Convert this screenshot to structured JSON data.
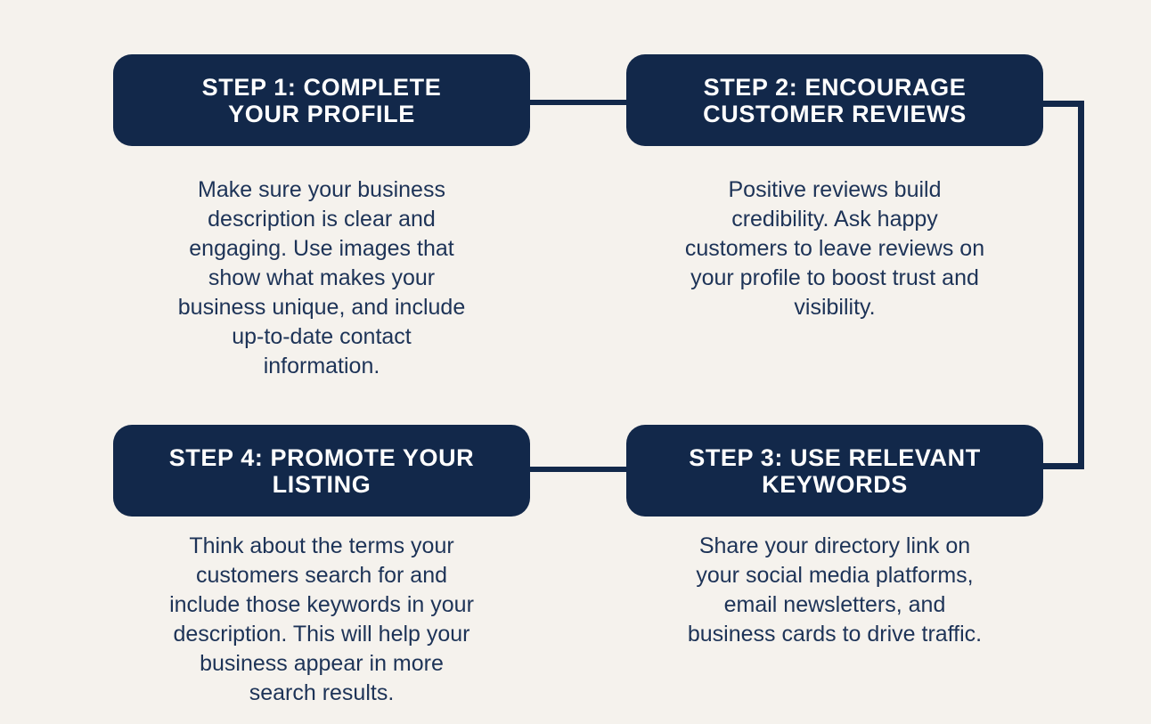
{
  "colors": {
    "background": "#F5F2ED",
    "box_navy": "#12284A",
    "title_text": "#FFFFFF",
    "body_text": "#1D3357"
  },
  "steps": [
    {
      "title": "STEP 1: COMPLETE\nYOUR PROFILE",
      "body": "Make sure your business\ndescription is clear and\nengaging. Use images that\nshow what makes your\nbusiness unique, and include\nup-to-date contact\ninformation."
    },
    {
      "title": "STEP 2: ENCOURAGE\nCUSTOMER REVIEWS",
      "body": "Positive reviews build\ncredibility. Ask happy\ncustomers to leave reviews on\nyour profile to boost trust and\nvisibility."
    },
    {
      "title": "STEP 3: USE RELEVANT\nKEYWORDS",
      "body": "Share your directory link on\nyour social media platforms,\nemail newsletters, and\nbusiness cards to drive traffic."
    },
    {
      "title": "STEP 4: PROMOTE YOUR\nLISTING",
      "body": "Think about the terms your\ncustomers search for and\ninclude those keywords in your\ndescription. This will help your\nbusiness appear in more\nsearch results."
    }
  ]
}
